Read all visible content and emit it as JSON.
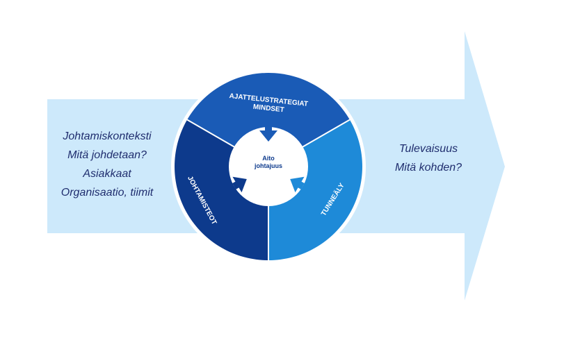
{
  "left_context": {
    "lines": [
      "Johtamiskonteksti",
      "Mitä johdetaan?",
      "Asiakkaat",
      "Organisaatio, tiimit"
    ]
  },
  "right_context": {
    "lines": [
      "Tulevaisuus",
      "Mitä kohden?"
    ]
  },
  "wheel": {
    "center_lines": [
      "Aito",
      "johtajuus"
    ],
    "segments": {
      "top": {
        "lines": [
          "AJATTELUSTRATEGIAT",
          "MINDSET"
        ],
        "color": "#1a5bb6"
      },
      "left": {
        "label": "JOHTAMISTEOT",
        "color": "#0d3a8c"
      },
      "right": {
        "label": "TUNNEÄLY",
        "color": "#1e8ad8"
      }
    }
  },
  "colors": {
    "arrow": "#cde9fb",
    "text": "#1f2d6e",
    "segment_text": "#ffffff",
    "center_text": "#0d3a8c"
  }
}
